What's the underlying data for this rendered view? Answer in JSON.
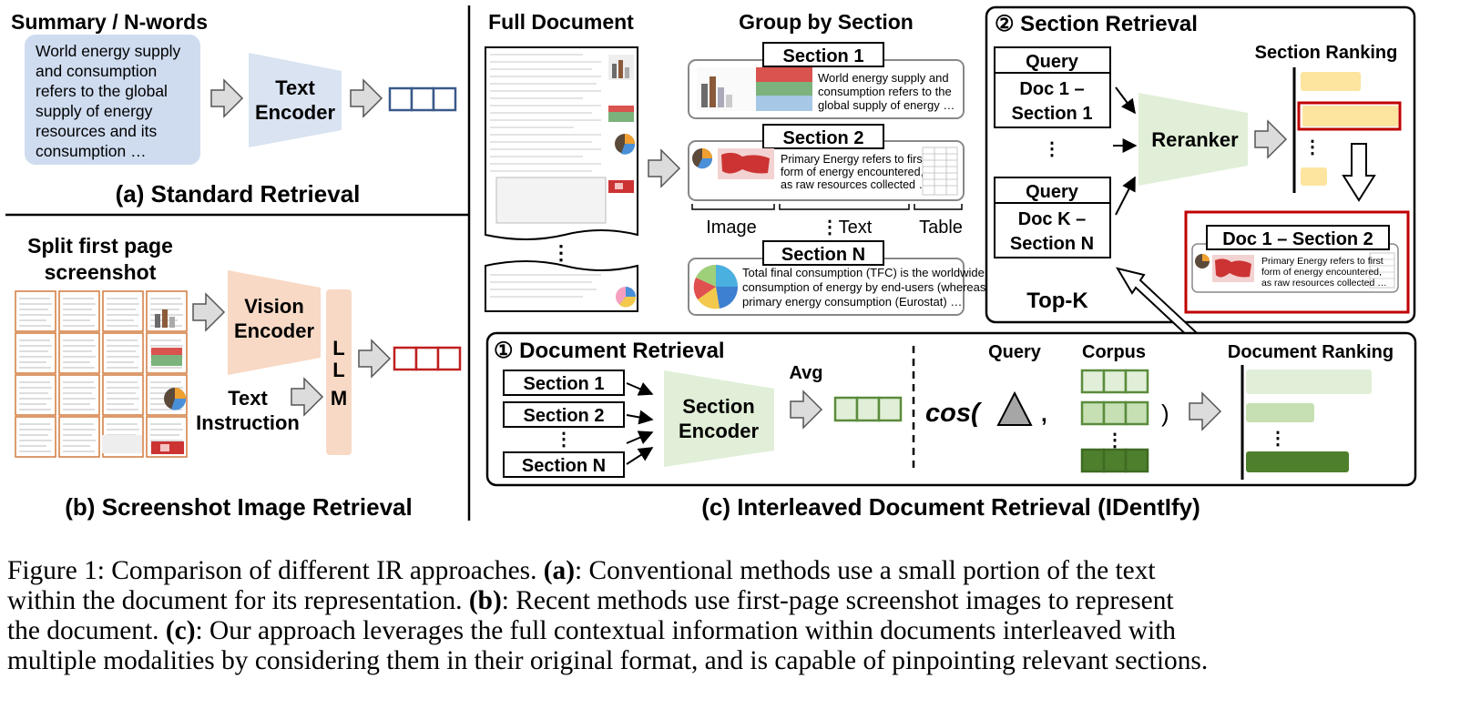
{
  "panel_a": {
    "input_title": "Summary / N-words",
    "input_text": [
      "World energy supply",
      "and consumption",
      "refers to the global",
      "supply of energy",
      "resources and its",
      "consumption …"
    ],
    "encoder": [
      "Text",
      "Encoder"
    ],
    "title": "(a) Standard Retrieval"
  },
  "panel_b": {
    "input_title": [
      "Split first page",
      "screenshot"
    ],
    "encoder": [
      "Vision",
      "Encoder"
    ],
    "instruction": [
      "Text",
      "Instruction"
    ],
    "llm": [
      "L",
      "L",
      "M"
    ],
    "title": "(b) Screenshot Image Retrieval"
  },
  "panel_c": {
    "full_doc_title": "Full Document",
    "full_doc_ellipsis": "⋮",
    "group_title": "Group by Section",
    "sections": [
      {
        "label": "Section 1",
        "text": [
          "World energy supply and",
          "consumption refers to the",
          "global supply of energy …"
        ]
      },
      {
        "label": "Section 2",
        "text": [
          "Primary Energy refers to first",
          "form of energy encountered,",
          "as raw resources collected …"
        ]
      },
      {
        "label": "Section N",
        "text": [
          "Total final consumption (TFC) is the worldwide",
          "consumption of energy by end-users (whereas",
          "primary energy consumption (Eurostat) …"
        ]
      }
    ],
    "modalities": {
      "image": "Image",
      "text": "Text",
      "table": "Table",
      "dots": "⋮"
    },
    "title": "(c) Interleaved Document Retrieval (IDentIfy)"
  },
  "section_retrieval": {
    "title": "② Section Retrieval",
    "query_1": "Query",
    "doc_1": [
      "Doc 1 –",
      "Section 1"
    ],
    "query_k": "Query",
    "doc_k": [
      "Doc K –",
      "Section N"
    ],
    "dots": "⋮",
    "reranker": "Reranker",
    "ranking_title": "Section Ranking",
    "ranking_dots": "⋮",
    "result_title": "Doc 1 – Section 2",
    "result_text": [
      "Primary Energy refers to first",
      "form of energy encountered,",
      "as raw resources collected …"
    ],
    "topk": "Top-K"
  },
  "document_retrieval": {
    "title": "① Document Retrieval",
    "sections": [
      "Section 1",
      "Section 2",
      "⋮",
      "Section N"
    ],
    "encoder": [
      "Section",
      "Encoder"
    ],
    "avg": "Avg",
    "query": "Query",
    "corpus": "Corpus",
    "cos": "cos(",
    "comma": ",",
    "close": ")",
    "corpus_dots": "⋮",
    "ranking_title": "Document Ranking",
    "ranking_dots": "⋮"
  },
  "caption": {
    "line1_a": "Figure 1: Comparison of different IR approaches. ",
    "line1_b": "(a)",
    "line1_c": ": Conventional methods use a small portion of the text",
    "line2_a": "within the document for its representation. ",
    "line2_b": "(b)",
    "line2_c": ": Recent methods use first-page screenshot images to represent",
    "line3_a": "the document. ",
    "line3_b": "(c)",
    "line3_c": ": Our approach leverages the full contextual information within documents interleaved with",
    "line4": "multiple modalities by considering them in their original format, and is capable of pinpointing relevant sections."
  },
  "colors": {
    "text_blue_bg": "#cfdcf0",
    "encoder_blue": "#d9e3f2",
    "vector_blue": "#3a5a8a",
    "vision_peach": "#f8d9c5",
    "vector_red": "#c01f1f",
    "reranker_green": "#e1efd8",
    "vector_green": "#5a8c3c",
    "dark_green": "#4e7f2d",
    "rank_yellow": "#fde5a0",
    "highlight_red": "#c00000"
  }
}
